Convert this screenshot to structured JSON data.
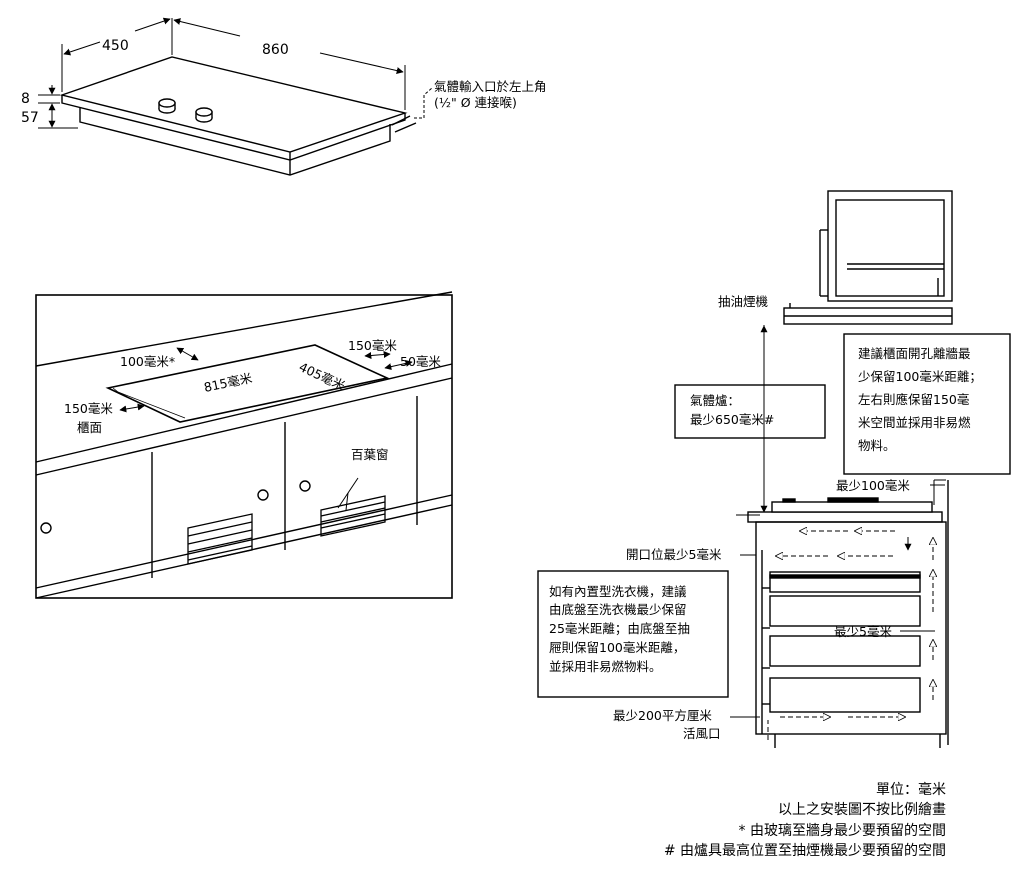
{
  "cooktop": {
    "width_dim": "450",
    "length_dim": "860",
    "glass_thickness": "8",
    "body_height": "57",
    "gas_inlet_note_line1": "氣體輸入口於左上角",
    "gas_inlet_note_line2": "(½\" Ø 連接喉)"
  },
  "cutout": {
    "dist_back": "100毫米*",
    "dist_right": "150毫米",
    "dist_right_edge": "50毫米",
    "cut_length": "815毫米",
    "cut_width": "405毫米",
    "dist_left": "150毫米",
    "worktop_label": "櫃面",
    "louvre_label": "百葉窗"
  },
  "side_view": {
    "hood_label": "抽油煙機",
    "hob_clearance_line1": "氣體爐：",
    "hob_clearance_line2": "最少650毫米#",
    "wall_note_line1": "建議櫃面開孔離牆最",
    "wall_note_line2": "少保留100毫米距離；",
    "wall_note_line3": "左右則應保留150毫",
    "wall_note_line4": "米空間並採用非易燃",
    "wall_note_line5": "物料。",
    "min_100": "最少100毫米",
    "opening_min_5": "開口位最少5毫米",
    "min_5": "最少5毫米",
    "washer_note_line1": "如有內置型洗衣機，建議",
    "washer_note_line2": "由底盤至洗衣機最少保留",
    "washer_note_line3": "25毫米距離；由底盤至抽",
    "washer_note_line4": "屜則保留100毫米距離，",
    "washer_note_line5": "並採用非易燃物料。",
    "vent_line1": "最少200平方厘米",
    "vent_line2": "活風口"
  },
  "footnotes": {
    "unit": "單位：毫米",
    "scale": "以上之安裝圖不按比例繪畫",
    "asterisk": "* 由玻璃至牆身最少要預留的空間",
    "hash": "# 由爐具最高位置至抽煙機最少要預留的空間"
  }
}
